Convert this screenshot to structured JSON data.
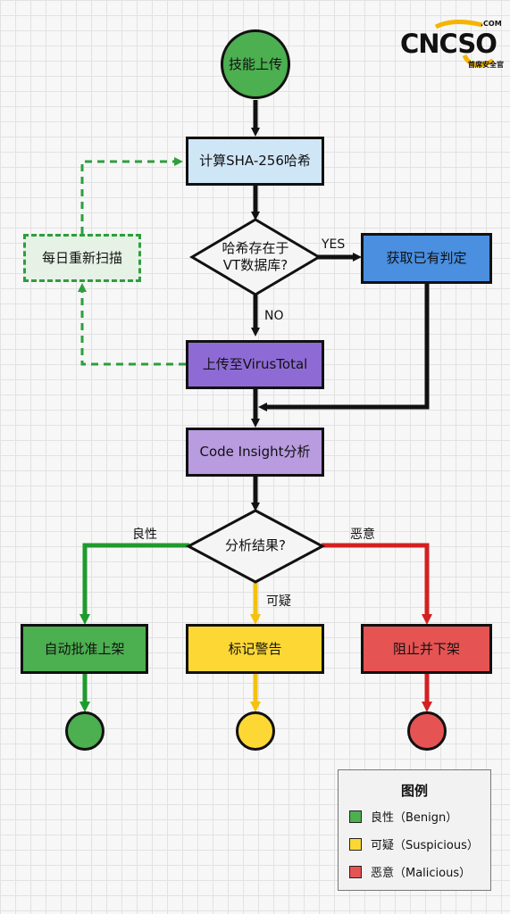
{
  "logo": {
    "text": "CNCSO",
    "com": ".COM",
    "sub": "首席安全官"
  },
  "nodes": {
    "start": "技能上传",
    "sha": "计算SHA-256哈希",
    "decision_vt": "哈希存在于\nVT数据库?",
    "get_verdict": "获取已有判定",
    "rescan": "每日重新扫描",
    "upload": "上传至VirusTotal",
    "insight": "Code Insight分析",
    "decision_result": "分析结果?",
    "approve": "自动批准上架",
    "warn": "标记警告",
    "block": "阻止并下架"
  },
  "edge_labels": {
    "yes": "YES",
    "no": "NO",
    "benign": "良性",
    "suspicious": "可疑",
    "malicious": "恶意"
  },
  "legend": {
    "title": "图例",
    "items": [
      {
        "label": "良性（Benign）",
        "color": "#4caf50"
      },
      {
        "label": "可疑（Suspicious）",
        "color": "#fdd835"
      },
      {
        "label": "恶意（Malicious）",
        "color": "#e55353"
      }
    ]
  },
  "colors": {
    "green": "#4caf50",
    "blue_light": "#cfe6f7",
    "blue": "#4a8fe0",
    "purple": "#8e6bd4",
    "purple_light": "#b99be0",
    "green_light": "#e6f2e6",
    "yellow": "#fdd835",
    "red": "#e55353",
    "edge_green": "#1e9b2e",
    "edge_yellow": "#f4c20d",
    "edge_red": "#d42020",
    "edge_dashed": "#2e9e3e"
  }
}
